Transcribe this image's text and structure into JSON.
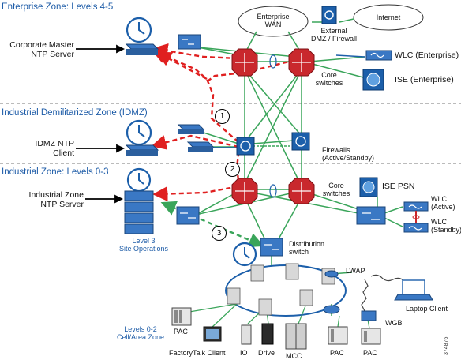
{
  "zones": {
    "enterprise": "Enterprise Zone: Levels 4-5",
    "idmz": "Industrial Demilitarized Zone (IDMZ)",
    "industrial": "Industrial Zone: Levels 0-3"
  },
  "labels": {
    "corporate_ntp": "Corporate Master\nNTP Server",
    "idmz_ntp": "IDMZ NTP\nClient",
    "industrial_ntp": "Industrial Zone\nNTP Server",
    "enterprise_wan": "Enterprise\nWAN",
    "internet": "Internet",
    "external_dmz": "External\nDMZ / Firewall",
    "wlc_enterprise": "WLC (Enterprise)",
    "ise_enterprise": "ISE (Enterprise)",
    "core_switches_top": "Core\nswitches",
    "firewalls": "Firewalls\n(Active/Standby)",
    "core_switches_mid": "Core\nswitches",
    "ise_psn": "ISE PSN",
    "wlc_active": "WLC\n(Active)",
    "wlc_standby": "WLC\n(Standby)",
    "level3": "Level 3\nSite Operations",
    "distribution": "Distribution\nswitch",
    "lwap": "LWAP",
    "laptop": "Laptop Client",
    "wgb": "WGB",
    "levels02": "Levels 0-2\nCell/Area Zone",
    "pac1": "PAC",
    "factorytalk": "FactoryTalk Client",
    "io": "IO",
    "drive": "Drive",
    "mcc": "MCC",
    "pac2": "PAC",
    "pac3": "PAC",
    "figure_id": "374876"
  },
  "steps": [
    "1",
    "2",
    "3"
  ],
  "colors": {
    "zone_text": "#1f5da8",
    "network_link": "#3aa55a",
    "ntp_red": "#e02020",
    "ntp_green": "#3aa55a",
    "ring": "#1c5faa",
    "router_red": "#c9282d",
    "device_blue": "#3a78c4"
  },
  "icons": [
    "clock-icon",
    "server-icon",
    "router-icon",
    "switch-icon",
    "firewall-icon",
    "cloud-icon",
    "wlc-icon",
    "ise-icon",
    "access-point-icon",
    "laptop-icon",
    "plc-icon"
  ]
}
